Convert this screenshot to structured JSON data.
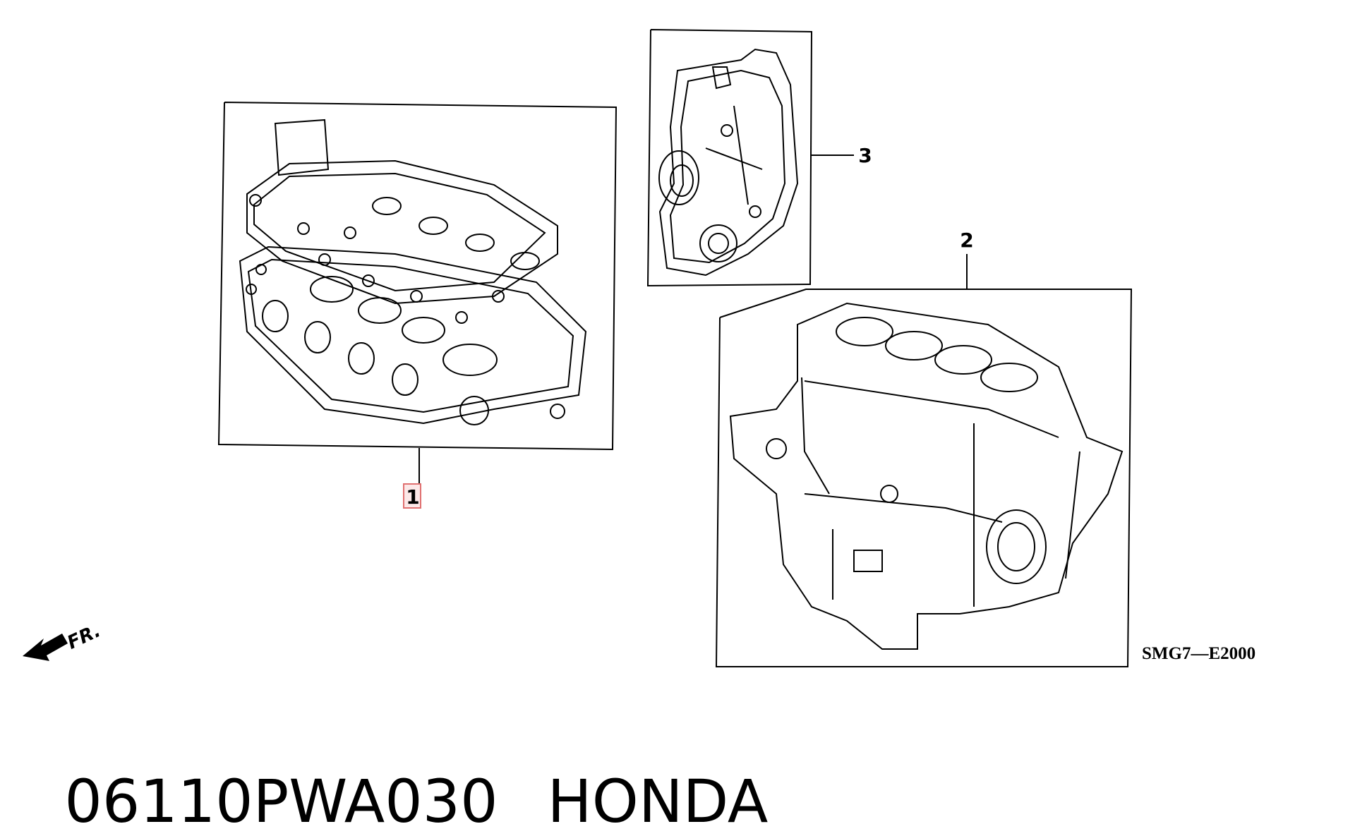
{
  "diagram": {
    "callouts": [
      {
        "id": "1",
        "label": "1"
      },
      {
        "id": "2",
        "label": "2"
      },
      {
        "id": "3",
        "label": "3"
      }
    ],
    "diagram_code": "SMG7—E2000",
    "direction_label": "FR."
  },
  "caption": {
    "part_number": "06110PWA030",
    "brand": "HONDA"
  },
  "colors": {
    "line": "#000000",
    "highlight": "#e07070",
    "highlight_fill": "#fce8e8",
    "background": "#ffffff"
  }
}
